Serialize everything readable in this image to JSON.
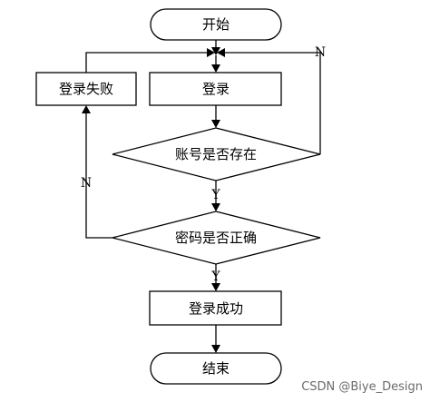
{
  "flowchart": {
    "start": "开始",
    "login": "登录",
    "login_failed": "登录失败",
    "check_account": "账号是否存在",
    "check_password": "密码是否正确",
    "login_success": "登录成功",
    "end": "结束",
    "yes_label": "Y",
    "no_label": "N"
  },
  "watermark": "CSDN @Biye_Design"
}
